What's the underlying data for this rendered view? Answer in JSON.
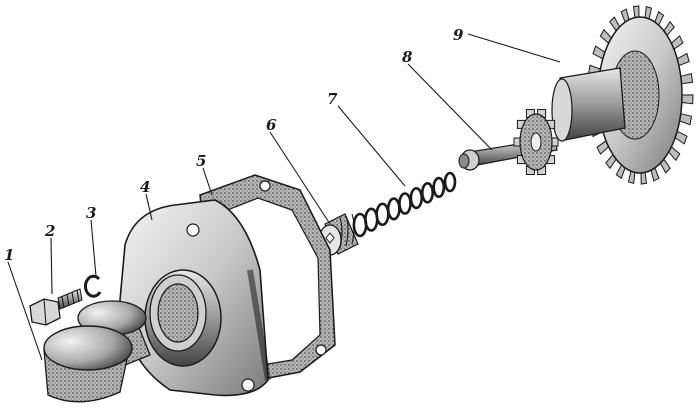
{
  "diagram": {
    "parts": [
      {
        "label": "1",
        "name": "plug"
      },
      {
        "label": "2",
        "name": "bolt"
      },
      {
        "label": "3",
        "name": "spring-washer"
      },
      {
        "label": "4",
        "name": "pump-cover"
      },
      {
        "label": "5",
        "name": "gasket"
      },
      {
        "label": "6",
        "name": "valve-plunger"
      },
      {
        "label": "7",
        "name": "valve-spring"
      },
      {
        "label": "8",
        "name": "shaft"
      },
      {
        "label": "9",
        "name": "drive-gear"
      }
    ]
  },
  "colors": {
    "ink": "#1a1a1a",
    "stipple_dark": "#3a3a3a",
    "metal_light": "#cfcfcf",
    "metal_mid": "#9a9a9a"
  }
}
